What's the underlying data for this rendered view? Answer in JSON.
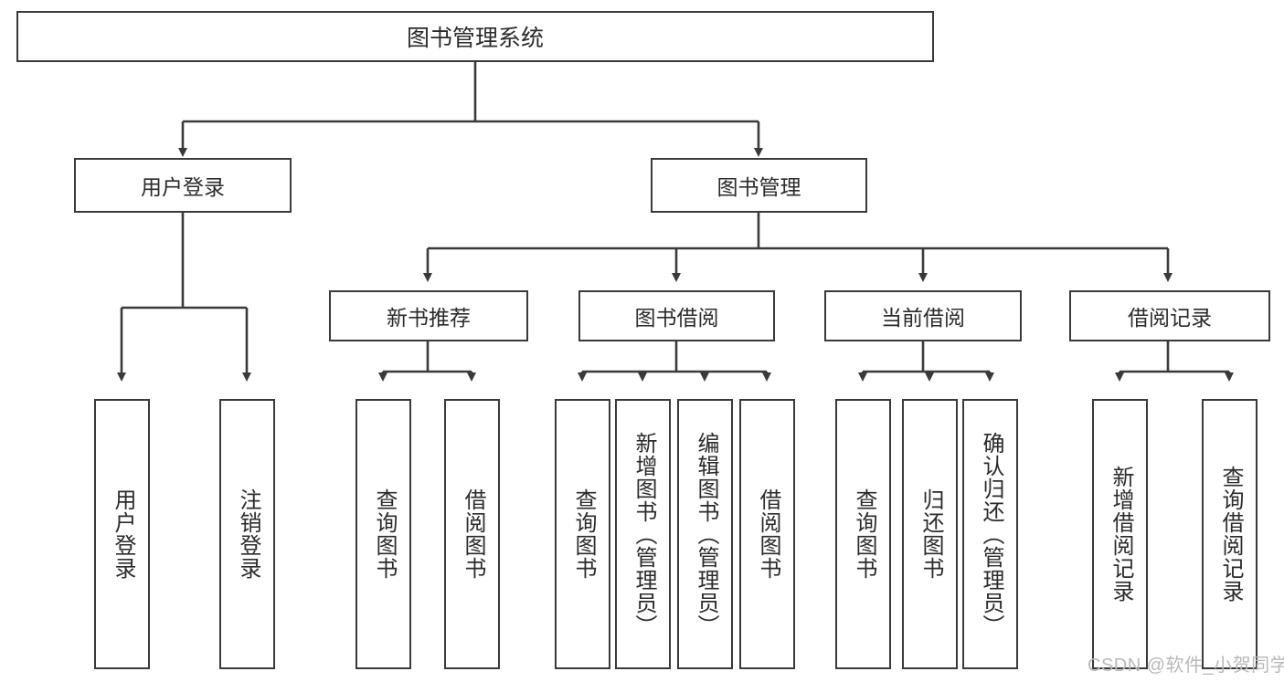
{
  "diagram": {
    "type": "tree",
    "title_node": {
      "label": "图书管理系统"
    },
    "level1": [
      {
        "label": "用户登录"
      },
      {
        "label": "图书管理"
      }
    ],
    "level2": [
      {
        "label": "新书推荐"
      },
      {
        "label": "图书借阅"
      },
      {
        "label": "当前借阅"
      },
      {
        "label": "借阅记录"
      }
    ],
    "leaves": {
      "user_login": [
        {
          "label": "用户登录"
        },
        {
          "label": "注销登录"
        }
      ],
      "new_book_recommend": [
        {
          "label": "查询图书"
        },
        {
          "label": "借阅图书"
        }
      ],
      "book_borrow": [
        {
          "label": "查询图书"
        },
        {
          "label": "新增图书（管理员）"
        },
        {
          "label": "编辑图书（管理员）"
        },
        {
          "label": "借阅图书"
        }
      ],
      "current_borrow": [
        {
          "label": "查询图书"
        },
        {
          "label": "归还图书"
        },
        {
          "label": "确认归还（管理员）"
        }
      ],
      "borrow_record": [
        {
          "label": "新增借阅记录"
        },
        {
          "label": "查询借阅记录"
        }
      ]
    }
  },
  "watermark": {
    "text": "CSDN @软件_小贺同学"
  },
  "colors": {
    "box_border": "#3a3a3a",
    "text": "#2b2b2b",
    "background": "#ffffff",
    "connector": "#3a3a3a",
    "watermark": "#b9b9b9"
  }
}
